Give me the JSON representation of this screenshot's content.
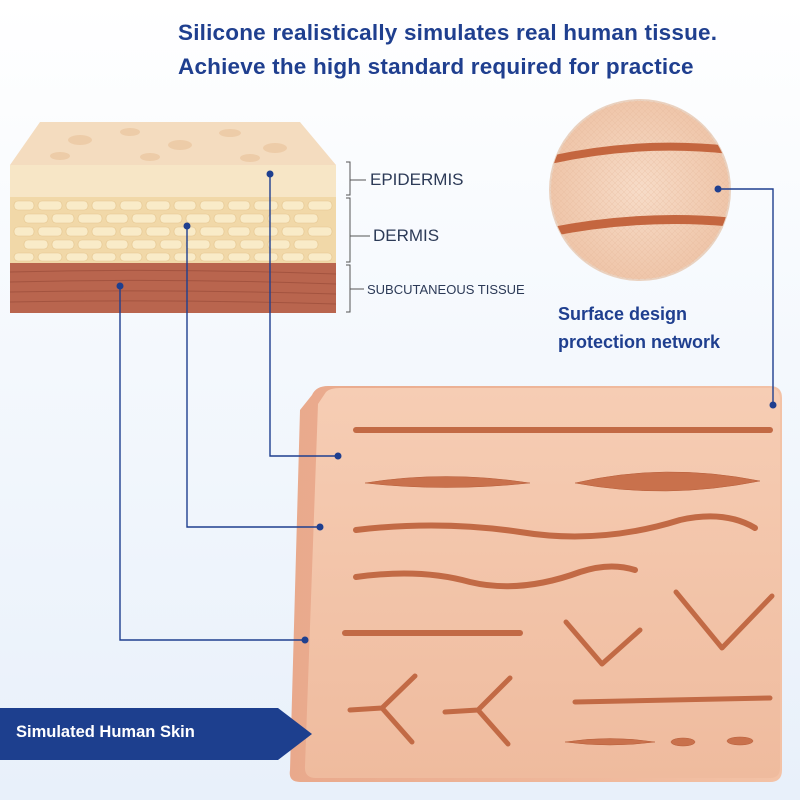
{
  "headline": {
    "line1": "Silicone realistically simulates real human tissue.",
    "line2": "Achieve the high standard required for practice"
  },
  "layers": {
    "epidermis": "EPIDERMIS",
    "dermis": "DERMIS",
    "subcutaneous": "SUBCUTANEOUS TISSUE"
  },
  "surface": {
    "line1": "Surface design",
    "line2": "protection network"
  },
  "banner": {
    "label": "Simulated Human Skin"
  },
  "colors": {
    "headline_blue": "#1f3f8f",
    "banner_blue": "#1d3f8e",
    "skin": "#f2c3a8",
    "incision": "#c4663f"
  }
}
